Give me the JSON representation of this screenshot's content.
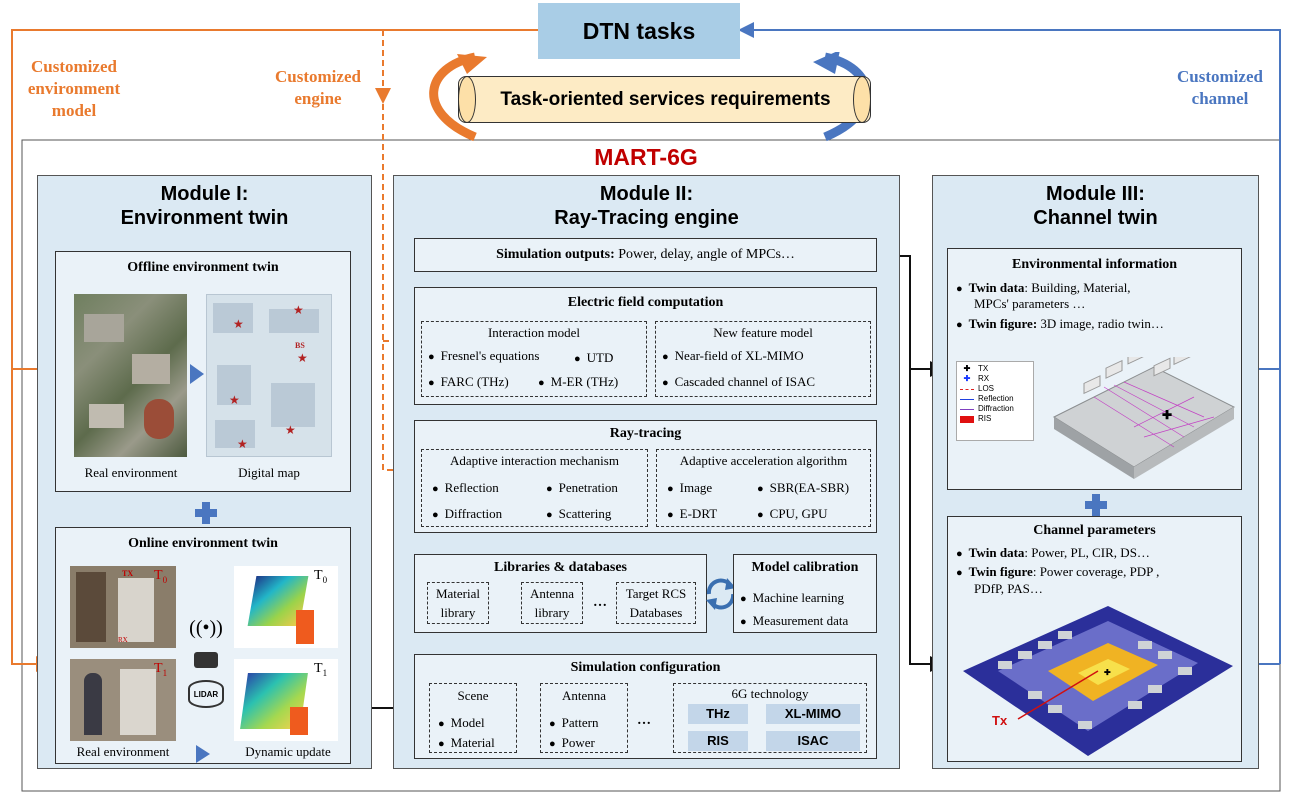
{
  "top": {
    "dtn_tasks": "DTN tasks",
    "requirements": "Task-oriented services requirements",
    "customized_env_model": [
      "Customized",
      "environment",
      "model"
    ],
    "customized_engine": [
      "Customized",
      "engine"
    ],
    "customized_channel": [
      "Customized",
      "channel"
    ]
  },
  "system": {
    "title": "MART-6G"
  },
  "module1": {
    "title": [
      "Module I:",
      "Environment twin"
    ],
    "offline": {
      "title": "Offline environment twin",
      "caption_left": "Real environment",
      "caption_right": "Digital map",
      "map_label": "BS"
    },
    "online": {
      "title": "Online environment twin",
      "caption_left": "Real environment",
      "caption_right": "Dynamic update",
      "t0": "T",
      "t0_sub": "0",
      "t1": "T",
      "t1_sub": "1",
      "tx_label": "TX",
      "rx_label": "RX",
      "lidar": "LIDAR"
    }
  },
  "module2": {
    "title": [
      "Module II:",
      "Ray-Tracing engine"
    ],
    "outputs": {
      "label": "Simulation outputs:",
      "text": " Power, delay, angle of MPCs…"
    },
    "efc": {
      "title": "Electric field computation",
      "interaction": {
        "title": "Interaction model",
        "items": [
          "Fresnel's equations",
          "UTD",
          "FARC (THz)",
          "M-ER (THz)"
        ]
      },
      "feature": {
        "title": "New feature model",
        "items": [
          "Near-field of XL-MIMO",
          "Cascaded channel of ISAC"
        ]
      }
    },
    "rt": {
      "title": "Ray-tracing",
      "mechanism": {
        "title": "Adaptive interaction mechanism",
        "items": [
          "Reflection",
          "Penetration",
          "Diffraction",
          "Scattering"
        ]
      },
      "accel": {
        "title": "Adaptive acceleration algorithm",
        "items": [
          "Image",
          "SBR(EA-SBR)",
          "E-DRT",
          "CPU, GPU"
        ]
      }
    },
    "libs": {
      "title": "Libraries & databases",
      "material": [
        "Material",
        "library"
      ],
      "antenna": [
        "Antenna",
        "library"
      ],
      "ellipsis": "…",
      "rcs": [
        "Target RCS",
        "Databases"
      ]
    },
    "calib": {
      "title": "Model calibration",
      "items": [
        "Machine learning",
        "Measurement data"
      ]
    },
    "config": {
      "title": "Simulation configuration",
      "scene": {
        "title": "Scene",
        "items": [
          "Model",
          "Material"
        ]
      },
      "antenna": {
        "title": "Antenna",
        "items": [
          "Pattern",
          "Power"
        ]
      },
      "ellipsis": "…",
      "tech": {
        "title": "6G technology",
        "items": [
          "THz",
          "XL-MIMO",
          "RIS",
          "ISAC"
        ]
      }
    }
  },
  "module3": {
    "title": [
      "Module III:",
      "Channel twin"
    ],
    "env": {
      "title": "Environmental information",
      "data_label": "Twin data",
      "data_text": ": Building, Material,",
      "data_text2": "MPCs' parameters …",
      "fig_label": "Twin figure:",
      "fig_text": " 3D image, radio twin…",
      "legend": [
        "TX",
        "RX",
        "LOS",
        "Reflection",
        "Diffraction",
        "RIS"
      ]
    },
    "chan": {
      "title": "Channel parameters",
      "data_label": "Twin data",
      "data_text": ": Power, PL, CIR, DS…",
      "fig_label": "Twin figure",
      "fig_text": ": Power coverage, PDP ,",
      "fig_text2": "PDfP, PAS…",
      "tx_label": "Tx"
    }
  },
  "colors": {
    "orange": "#e97a2e",
    "blue": "#4a76c0",
    "module_bg": "#dbe9f3",
    "box_bg": "#eaf2f8",
    "title_red": "#c00000",
    "dtn_bg": "#a9cde6",
    "scroll_bg": "#fdebc5"
  }
}
